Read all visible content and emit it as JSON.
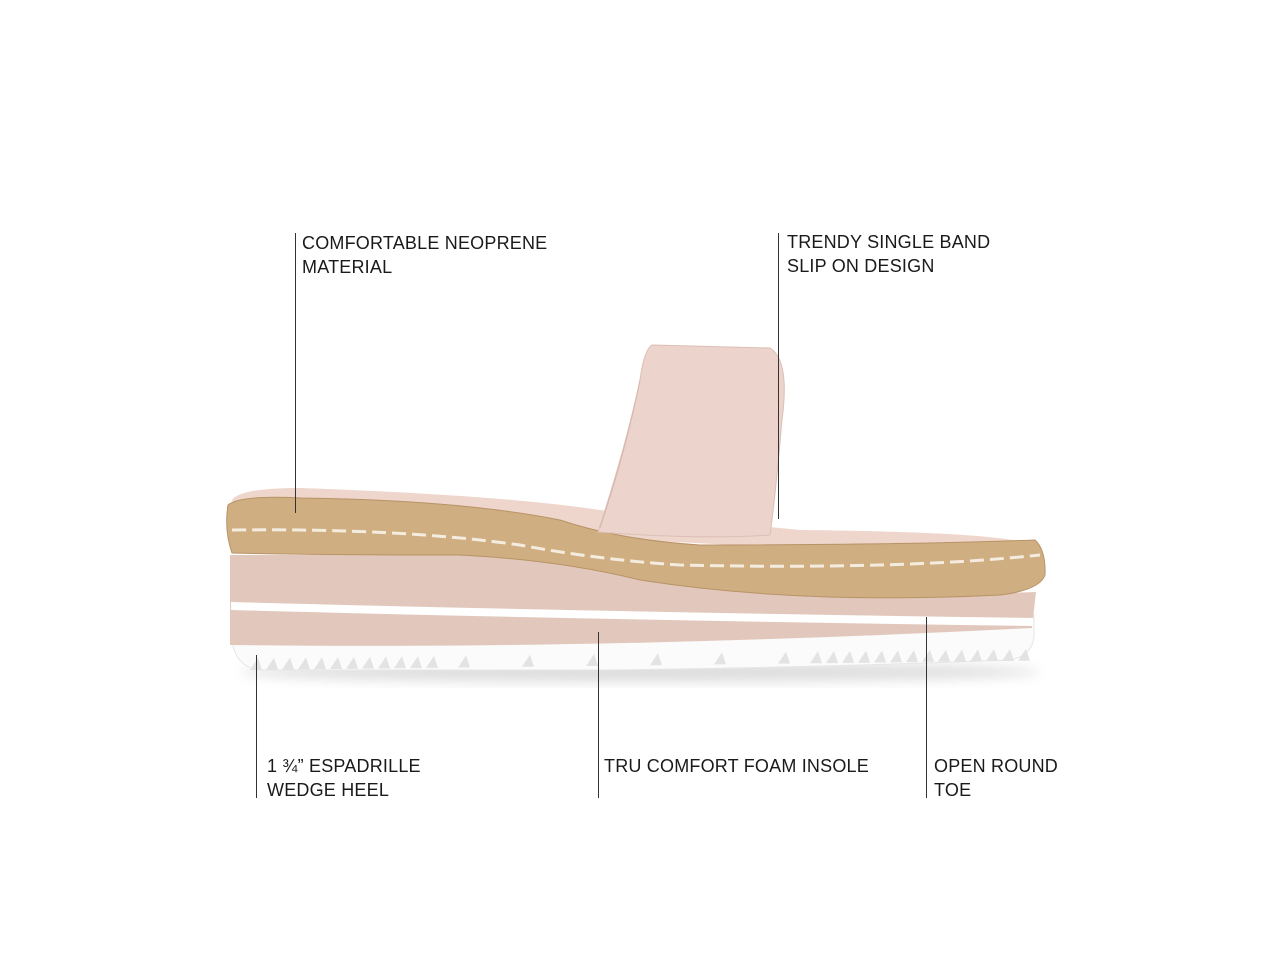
{
  "callouts": {
    "neoprene": {
      "lines": [
        "COMFORTABLE NEOPRENE",
        "MATERIAL"
      ]
    },
    "band": {
      "lines": [
        "TRENDY SINGLE BAND",
        "SLIP ON DESIGN"
      ]
    },
    "heel": {
      "lines": [
        "1 ¾” ESPADRILLE",
        "WEDGE HEEL"
      ]
    },
    "insole": {
      "lines": [
        "TRU COMFORT FOAM INSOLE"
      ]
    },
    "toe": {
      "lines": [
        "OPEN ROUND",
        "TOE"
      ]
    }
  },
  "colors": {
    "upper": "#ecd3cb",
    "jute": "#cfae82",
    "midsole": "#e2c8bc",
    "outsole": "#ffffff",
    "line": "#333333"
  }
}
